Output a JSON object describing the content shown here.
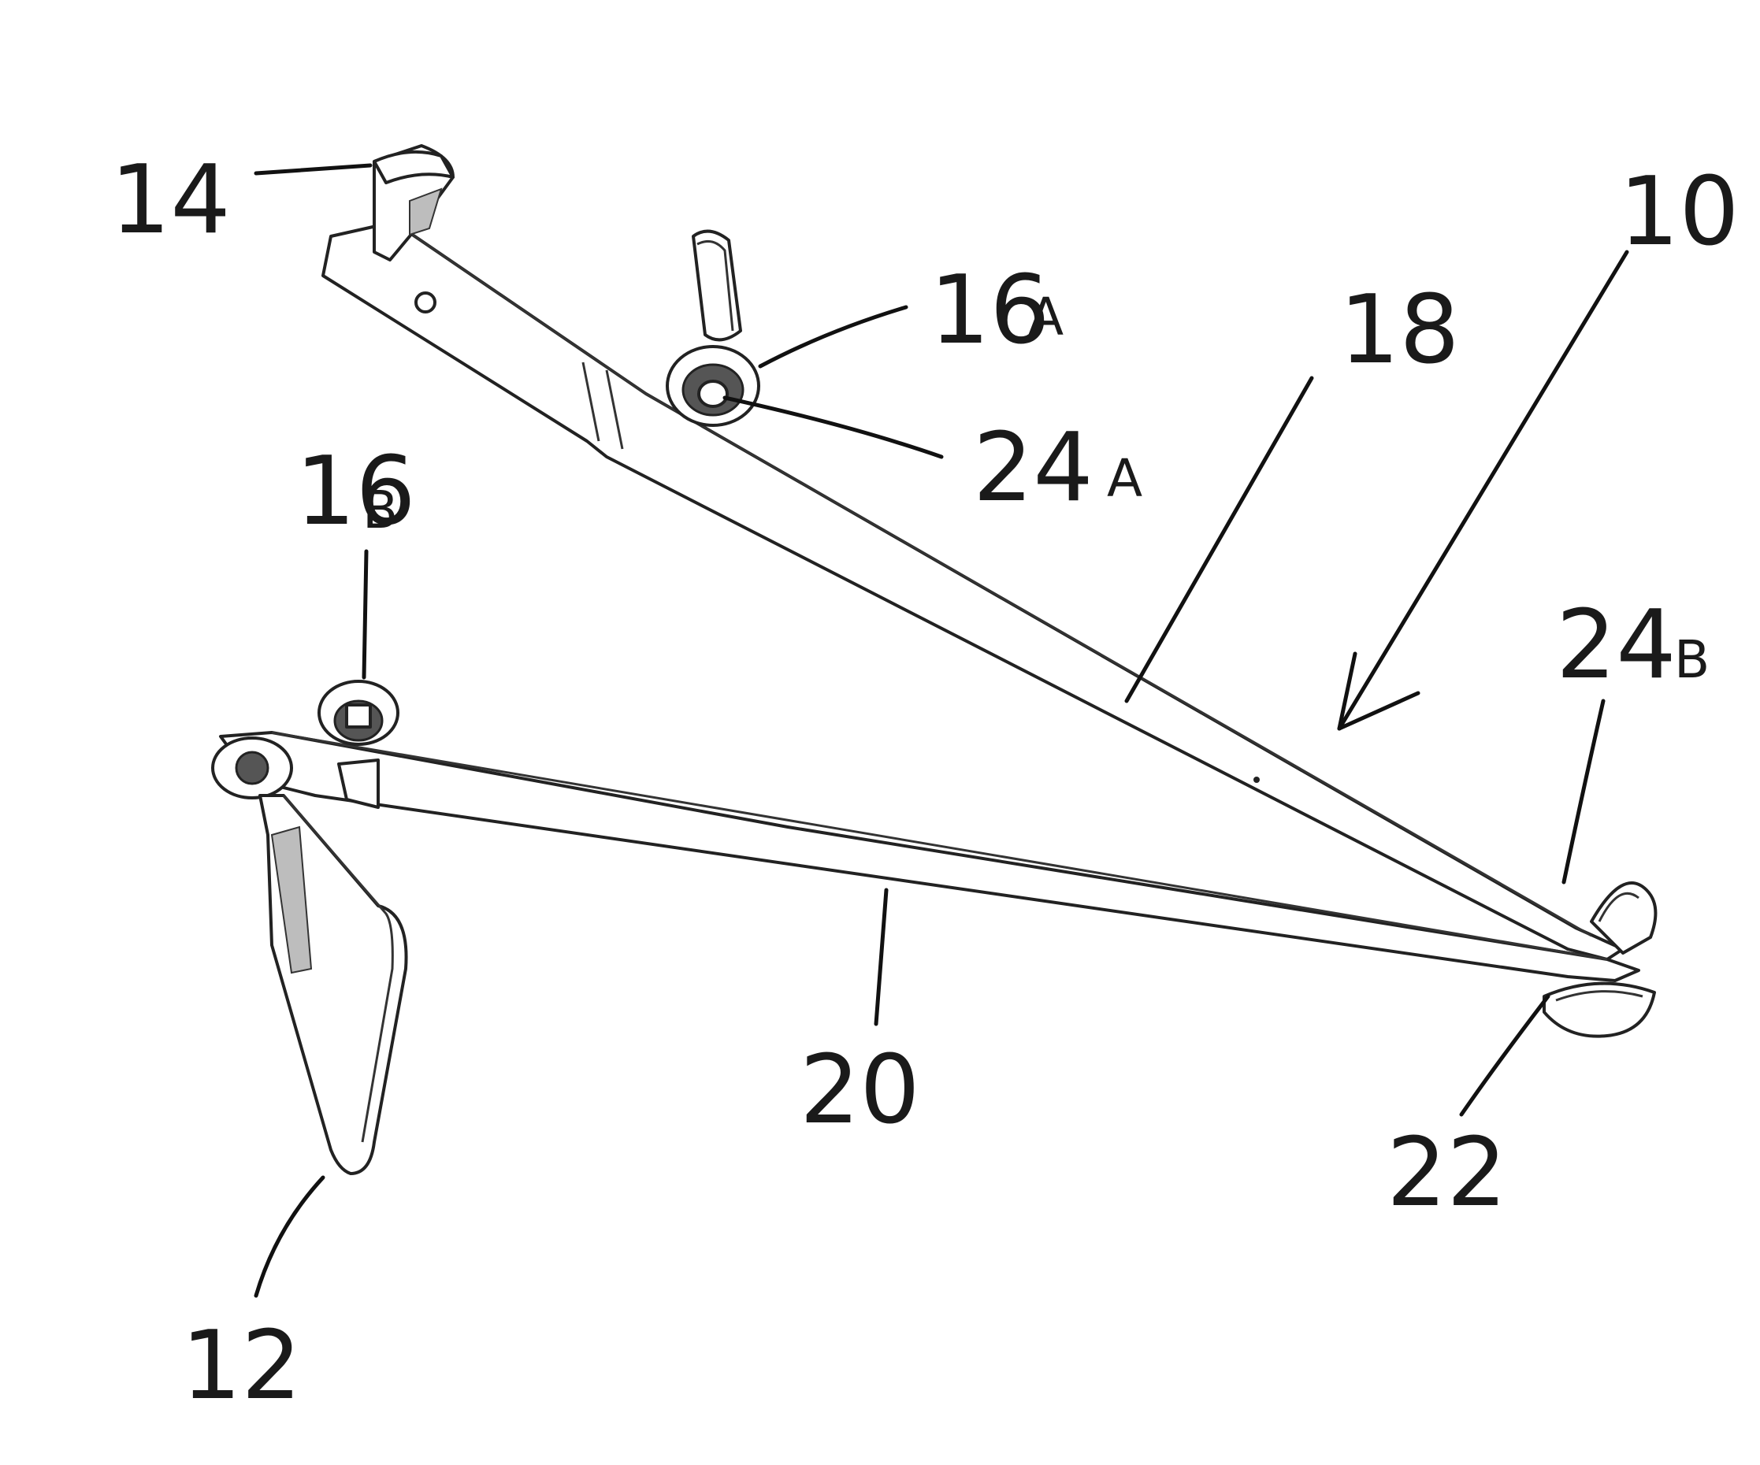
{
  "labels": {
    "ref_10": "10",
    "ref_12": "12",
    "ref_14": "14",
    "ref_16a_num": "16",
    "ref_16a_letter": "A",
    "ref_16b_num": "16",
    "ref_16b_letter": "B",
    "ref_18": "18",
    "ref_20": "20",
    "ref_22": "22",
    "ref_24a_num": "24",
    "ref_24a_letter": "A",
    "ref_24b_num": "24",
    "ref_24b_letter": "B"
  }
}
